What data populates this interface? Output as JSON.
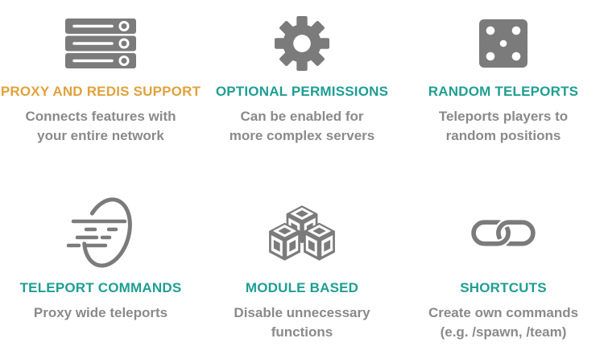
{
  "colors": {
    "accent_orange": "#e0a23c",
    "accent_teal": "#1f9e93",
    "icon_gray": "#7b7b7b",
    "text_gray": "#8a8a8a",
    "background": "#ffffff"
  },
  "features": [
    {
      "icon": "server-icon",
      "title": "PROXY AND REDIS SUPPORT",
      "title_color": "#e0a23c",
      "description": [
        "Connects features with",
        "your entire network"
      ]
    },
    {
      "icon": "gear-icon",
      "title": "OPTIONAL PERMISSIONS",
      "title_color": "#1f9e93",
      "description": [
        "Can be enabled for",
        "more complex servers"
      ]
    },
    {
      "icon": "dice-icon",
      "title": "RANDOM TELEPORTS",
      "title_color": "#1f9e93",
      "description": [
        "Teleports players to",
        "random positions"
      ]
    },
    {
      "icon": "teleport-speed-icon",
      "title": "TELEPORT COMMANDS",
      "title_color": "#1f9e93",
      "description": [
        "Proxy wide teleports"
      ]
    },
    {
      "icon": "modules-cubes-icon",
      "title": "MODULE BASED",
      "title_color": "#1f9e93",
      "description": [
        "Disable unnecessary",
        "functions"
      ]
    },
    {
      "icon": "chain-link-icon",
      "title": "SHORTCUTS",
      "title_color": "#1f9e93",
      "description": [
        "Create own commands",
        "(e.g. /spawn, /team)"
      ]
    }
  ]
}
